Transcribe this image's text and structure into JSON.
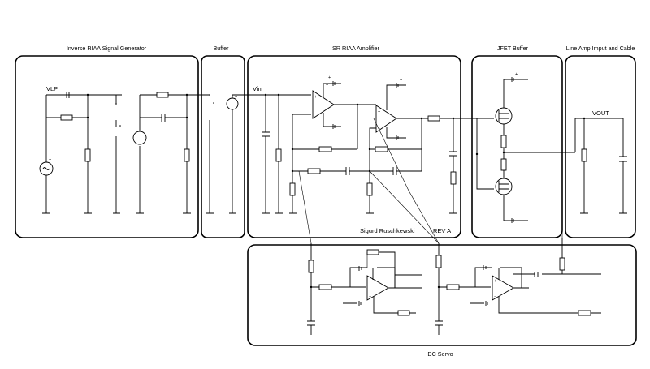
{
  "blocks": {
    "inverse_riaa": "Inverse RIAA Signal Generator",
    "buffer": "Buffer",
    "sr_riaa": "SR RIAA Amplifier",
    "jfet_buffer": "JFET Buffer",
    "line_amp": "Line Amp Imput and Cable",
    "dc_servo": "DC Servo"
  },
  "labels": {
    "vlp": "VLP",
    "vin": "Vin",
    "vout": "VOUT",
    "author": "Sigurd Ruschkewski",
    "revision": "REV A"
  }
}
